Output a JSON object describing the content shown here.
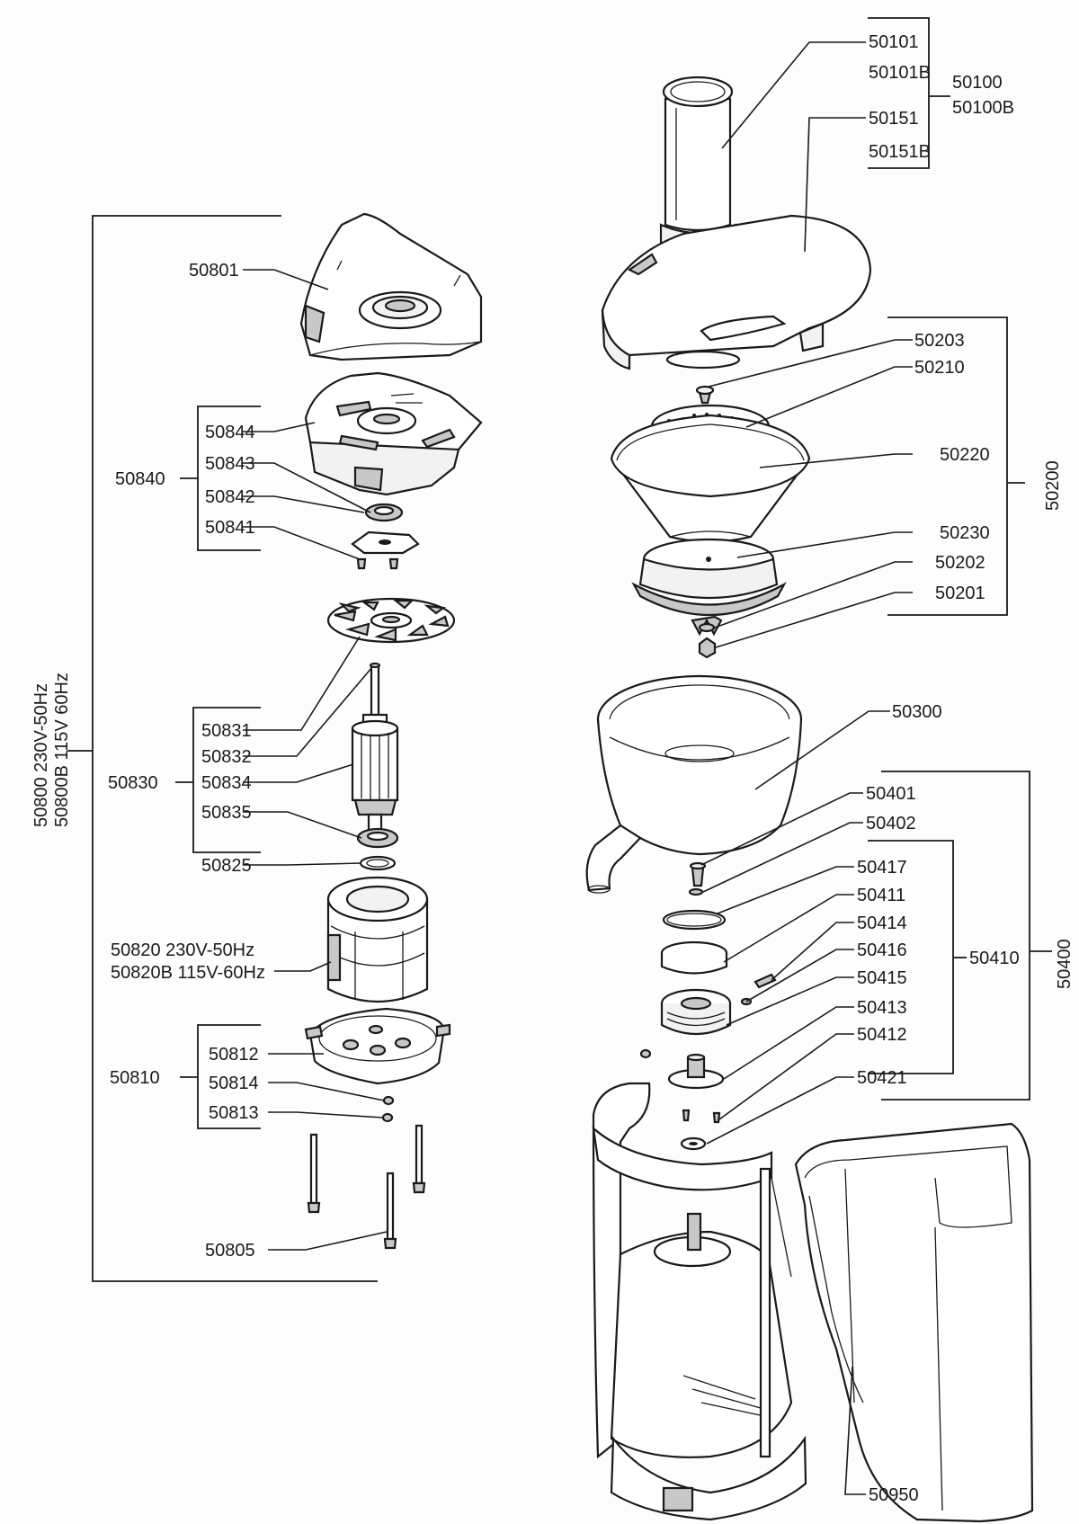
{
  "labels": {
    "p50101": "50101",
    "p50101B": "50101B",
    "p50100": "50100",
    "p50100B": "50100B",
    "p50151": "50151",
    "p50151B": "50151B",
    "p50801": "50801",
    "p50844": "50844",
    "p50843": "50843",
    "p50840": "50840",
    "p50842": "50842",
    "p50841": "50841",
    "p50831": "50831",
    "p50832": "50832",
    "p50830": "50830",
    "p50834": "50834",
    "p50835": "50835",
    "p50825": "50825",
    "p50820": "50820 230V-50Hz",
    "p50820B": "50820B 115V-60Hz",
    "p50812": "50812",
    "p50810": "50810",
    "p50814": "50814",
    "p50813": "50813",
    "p50805": "50805",
    "p50800": "50800 230V-50Hz",
    "p50800B": "50800B 115V 60Hz",
    "p50203": "50203",
    "p50210": "50210",
    "p50220": "50220",
    "p50200": "50200",
    "p50230": "50230",
    "p50202": "50202",
    "p50201": "50201",
    "p50300": "50300",
    "p50401": "50401",
    "p50402": "50402",
    "p50417": "50417",
    "p50411": "50411",
    "p50414": "50414",
    "p50416": "50416",
    "p50410": "50410",
    "p50400": "50400",
    "p50415": "50415",
    "p50413": "50413",
    "p50412": "50412",
    "p50421": "50421",
    "p50950": "50950"
  }
}
